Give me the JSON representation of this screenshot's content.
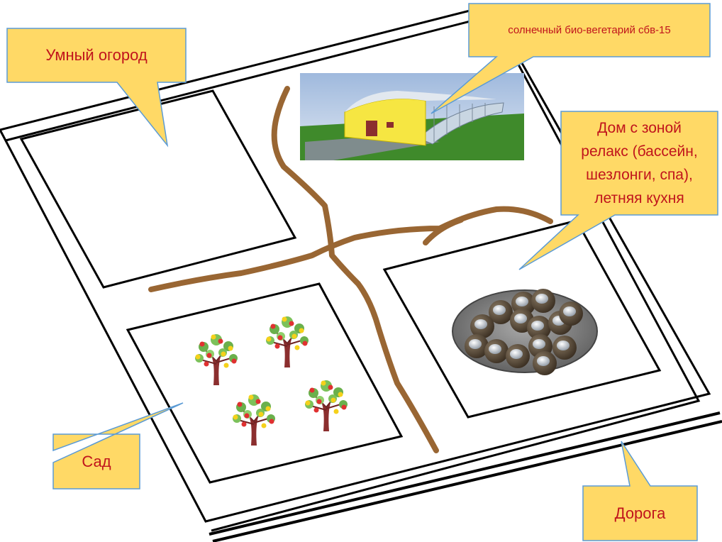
{
  "callouts": {
    "smart_garden": "Умный огород",
    "greenhouse": "солнечный био-вегетарий сбв-15",
    "house": "Дом с зоной\nрелакс (бассейн,\nшезлонги, спа),\nлетняя кухня",
    "orchard": "Сад",
    "road": "Дорога"
  },
  "colors": {
    "callout_fill": "#ffd966",
    "callout_border": "#5b9bd5",
    "callout_text": "#c0141c",
    "path": "#996633",
    "outline": "#000000"
  },
  "icons": [
    "greenhouse-image",
    "apple-tree-icon",
    "dome-houses-image"
  ]
}
